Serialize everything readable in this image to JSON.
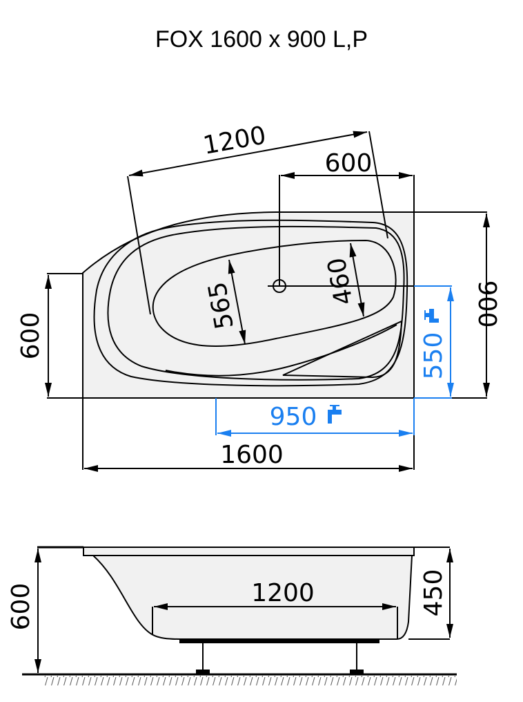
{
  "title": "FOX 1600 x 900 L,P",
  "colors": {
    "line": "#000000",
    "fill": "#f1f1f1",
    "accent_blue": "#1a7ff0",
    "background": "#ffffff"
  },
  "top_view": {
    "dimensions": {
      "diagonal_length": "1200",
      "drain_offset_right": "600",
      "basin_width_left": "565",
      "basin_width_right": "460",
      "left_side_depth": "600",
      "total_depth": "900",
      "total_length": "1600"
    },
    "tap_dimensions": {
      "tap_from_right": "950",
      "tap_from_front": "550"
    },
    "icons": [
      "drain-crosshair-icon",
      "tap-icon"
    ]
  },
  "side_view": {
    "dimensions": {
      "total_height": "600",
      "tub_depth": "450",
      "bottom_length": "1200"
    }
  }
}
